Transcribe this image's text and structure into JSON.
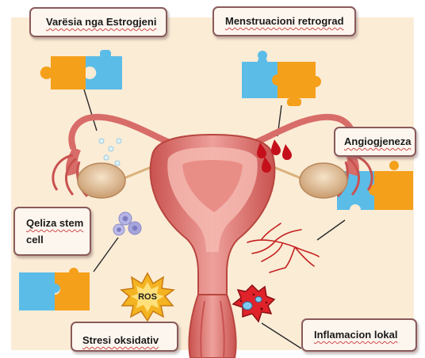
{
  "labels": {
    "estrogen": "Varësia nga Estrogjeni",
    "retrograde": "Menstruacioni retrograd",
    "angiogenesis": "Angiogjeneza",
    "stem_line1": "Qeliza stem",
    "stem_line2": "cell",
    "oxidative": "Stresi oksidativ",
    "inflammation": "Inflamacion lokal"
  },
  "ros_badge": "ROS",
  "colors": {
    "background": "#fbecd6",
    "puzzle_blue": "#5bbce8",
    "puzzle_orange": "#f5a01a",
    "uterus": "#e07a76",
    "ovary": "#e7c9a3",
    "blood": "#c4101a",
    "cells": "#a7a6dc",
    "label_border": "#8a5a5a"
  }
}
